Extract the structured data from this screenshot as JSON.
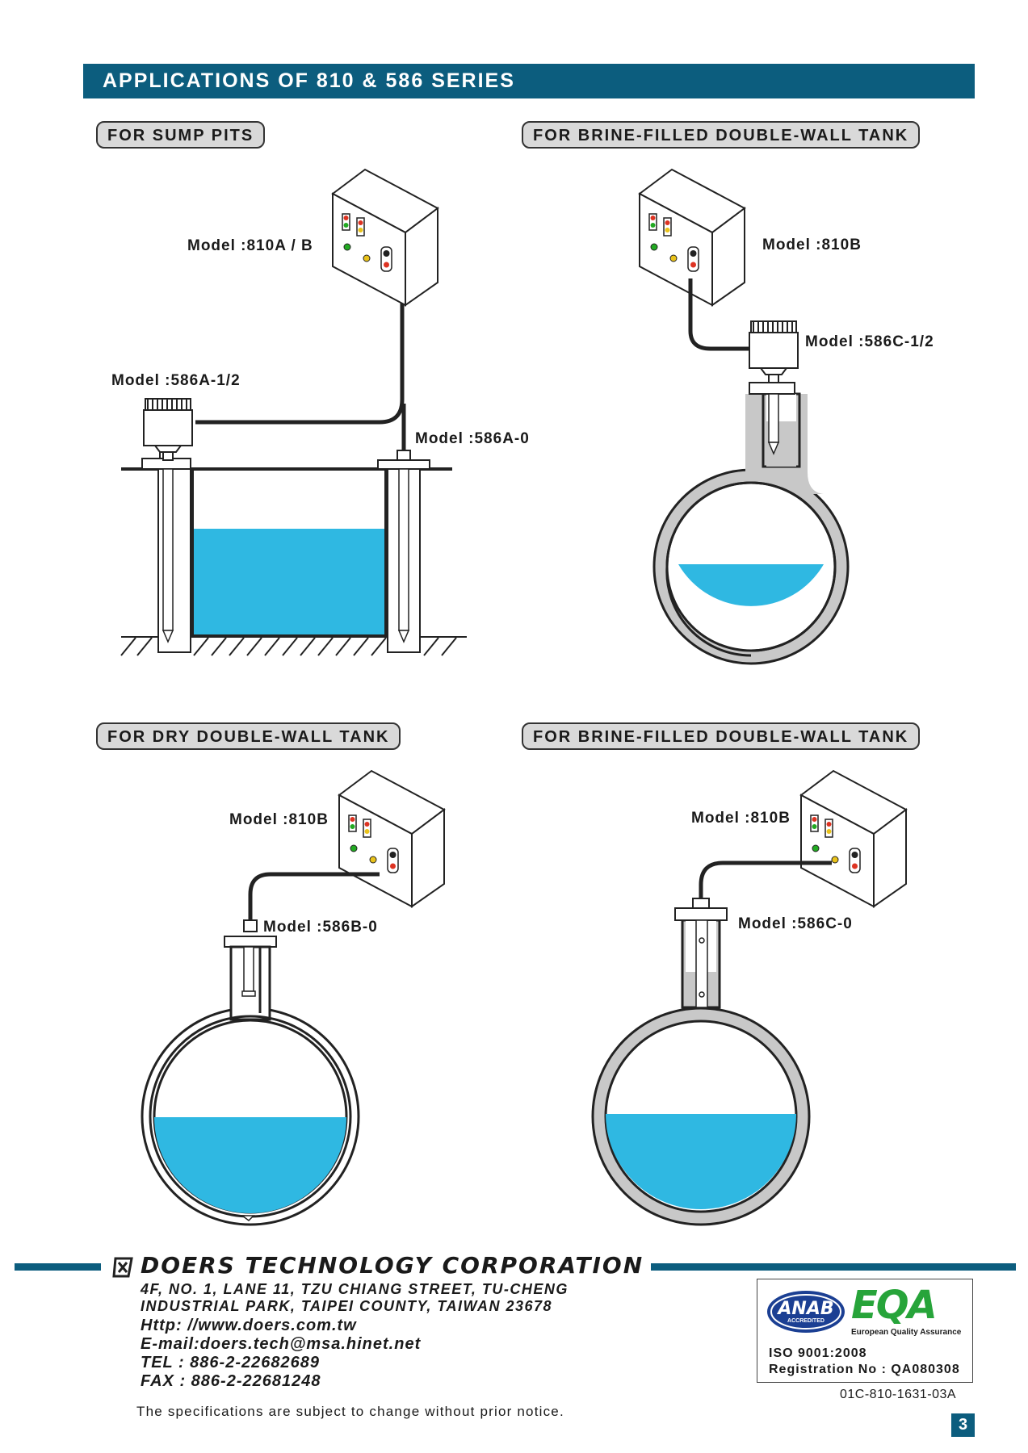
{
  "header": {
    "title": "APPLICATIONS  OF  810 & 586  SERIES"
  },
  "sections": [
    {
      "title": "FOR  SUMP  PITS",
      "labels": [
        "Model :810A / B",
        "Model :586A-1/2",
        "Model :586A-0"
      ]
    },
    {
      "title": "FOR  BRINE-FILLED  DOUBLE-WALL  TANK",
      "labels": [
        "Model :810B",
        "Model :586C-1/2"
      ]
    },
    {
      "title": "FOR  DRY  DOUBLE-WALL  TANK",
      "labels": [
        "Model :810B",
        "Model :586B-0"
      ]
    },
    {
      "title": "FOR  BRINE-FILLED  DOUBLE-WALL  TANK",
      "labels": [
        "Model :810B",
        "Model :586C-0"
      ]
    }
  ],
  "footer": {
    "company": "DOERS  TECHNOLOGY  CORPORATION",
    "address_line1": "4F, NO.  1, LANE  11, TZU  CHIANG  STREET, TU-CHENG",
    "address_line2": "INDUSTRIAL  PARK, TAIPEI  COUNTY, TAIWAN  23678",
    "http": "Http: //www.doers.com.tw",
    "email": "E-mail:doers.tech@msa.hinet.net",
    "tel": "TEL : 886-2-22682689",
    "fax": "FAX : 886-2-22681248",
    "note": "The  specifications  are  subject  to  change  without  prior  notice."
  },
  "certification": {
    "anab": "ANAB",
    "anab_sub": "ACCREDITED",
    "eqa": "EQA",
    "eqa_sub": "European Quality Assurance",
    "iso": "ISO 9001:2008",
    "registration": "Registration No : QA080308"
  },
  "document_number": "01C-810-1631-03A",
  "page_number": "3",
  "colors": {
    "brand": "#0c5d7e",
    "liquid": "#2fb8e2",
    "wall": "#c8c8c8"
  }
}
